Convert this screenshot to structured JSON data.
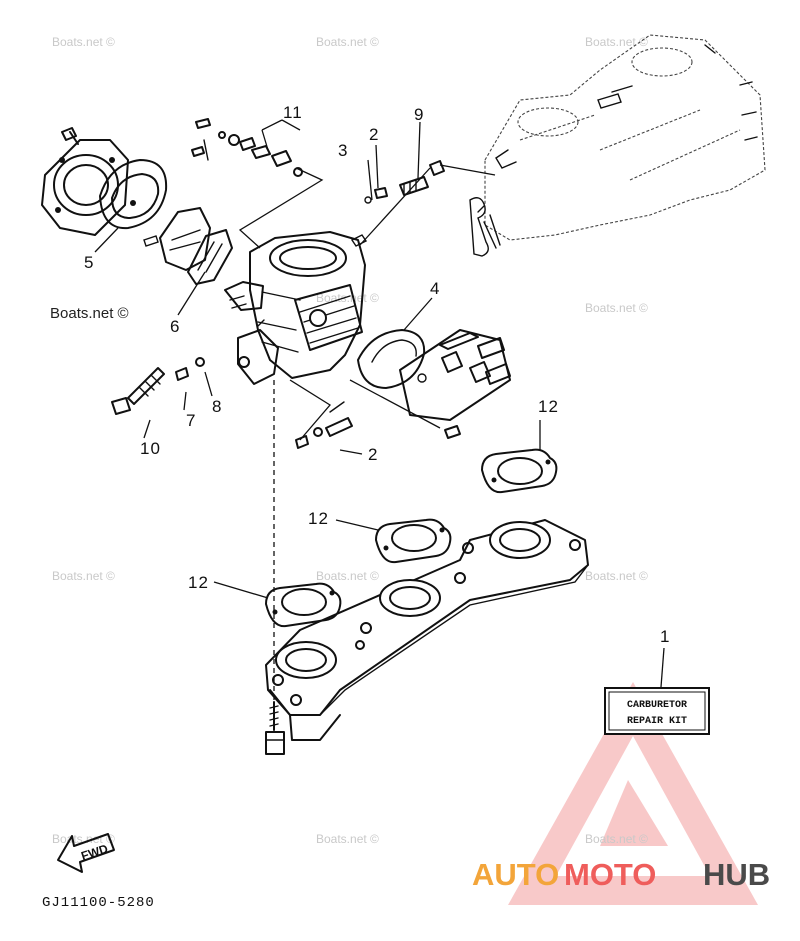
{
  "watermarks": [
    "Boats.net ©",
    "Boats.net ©",
    "Boats.net ©",
    "Boats.net ©",
    "Boats.net ©",
    "Boats.net ©",
    "Boats.net ©",
    "Boats.net ©",
    "Boats.net ©",
    "Boats.net ©",
    "Boats.net ©",
    "Boats.net ©"
  ],
  "callouts": {
    "c11": "11",
    "c3": "3",
    "c2a": "2",
    "c9": "9",
    "c5": "5",
    "c6": "6",
    "c4": "4",
    "c7": "7",
    "c8": "8",
    "c10": "10",
    "c2b": "2",
    "c12a": "12",
    "c12b": "12",
    "c12c": "12",
    "c1": "1"
  },
  "kit_label": {
    "line1": "CARBURETOR",
    "line2": "REPAIR KIT"
  },
  "direction_label": "FWD",
  "diagram_code": "GJ11100-5280",
  "logo": {
    "part1": "AUTO",
    "part2": "MOTO",
    "part3": "HUB"
  },
  "colors": {
    "logo_orange": "#f3a53a",
    "logo_red": "#ef5d5b",
    "logo_gray": "#4a4a4a",
    "watermark": "#c9c9c9",
    "ink": "#111111"
  }
}
